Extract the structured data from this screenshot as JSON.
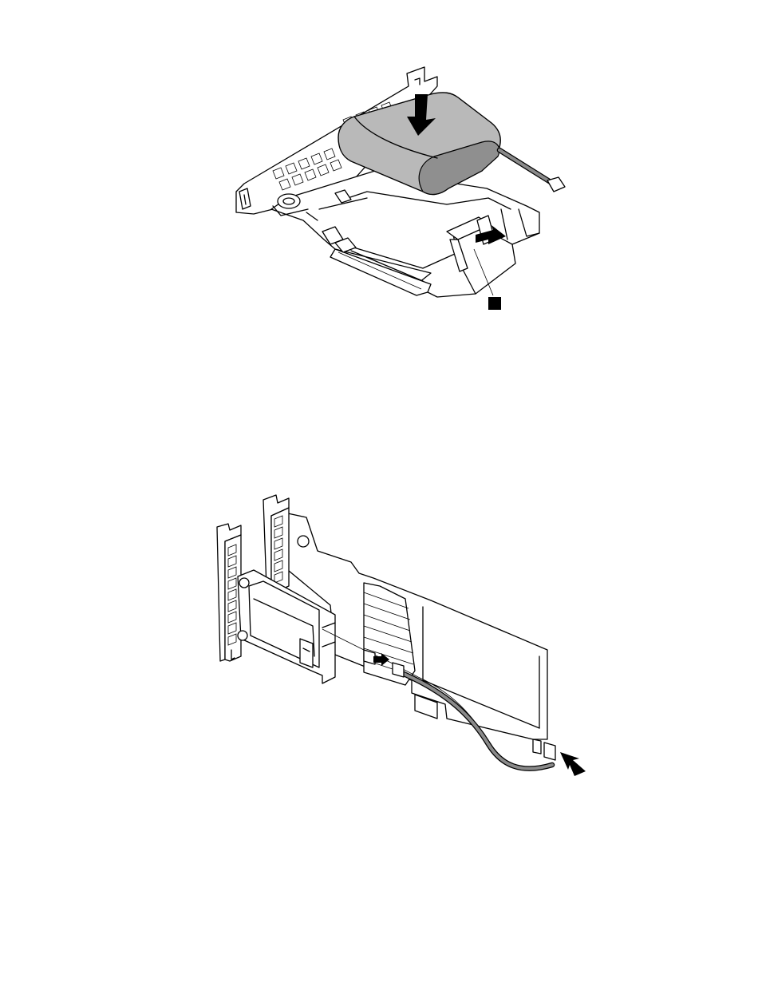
{
  "figures": [
    {
      "id": "battery-install-step",
      "callout_marker": "square"
    },
    {
      "id": "cable-connect-step",
      "callout_marker": "arrow"
    }
  ],
  "colors": {
    "line": "#000000",
    "battery_fill": "#b9b9b9",
    "cable": "#8a8a8a",
    "background": "#ffffff"
  },
  "icons": [
    "down-arrow-icon",
    "right-arrow-icon",
    "square-callout-icon",
    "push-arrow-icon"
  ]
}
